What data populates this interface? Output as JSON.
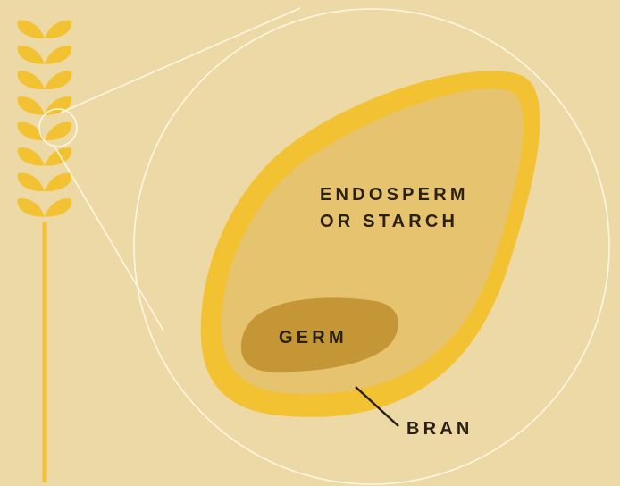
{
  "diagram": {
    "labels": {
      "endosperm_line1": "ENDOSPERM",
      "endosperm_line2": "OR STARCH",
      "germ": "GERM",
      "bran": "BRAN"
    },
    "colors": {
      "background": "#EDD9A6",
      "wheat_gold": "#F2C232",
      "bran": "#F2C232",
      "endosperm": "#E6C36F",
      "germ": "#C49636",
      "outline": "#FFF7E4",
      "text": "#2B2015"
    },
    "icons": {
      "wheat_stalk": "wheat-stalk-icon"
    },
    "wheat_stalk": {
      "kernel_pairs": 8
    }
  }
}
